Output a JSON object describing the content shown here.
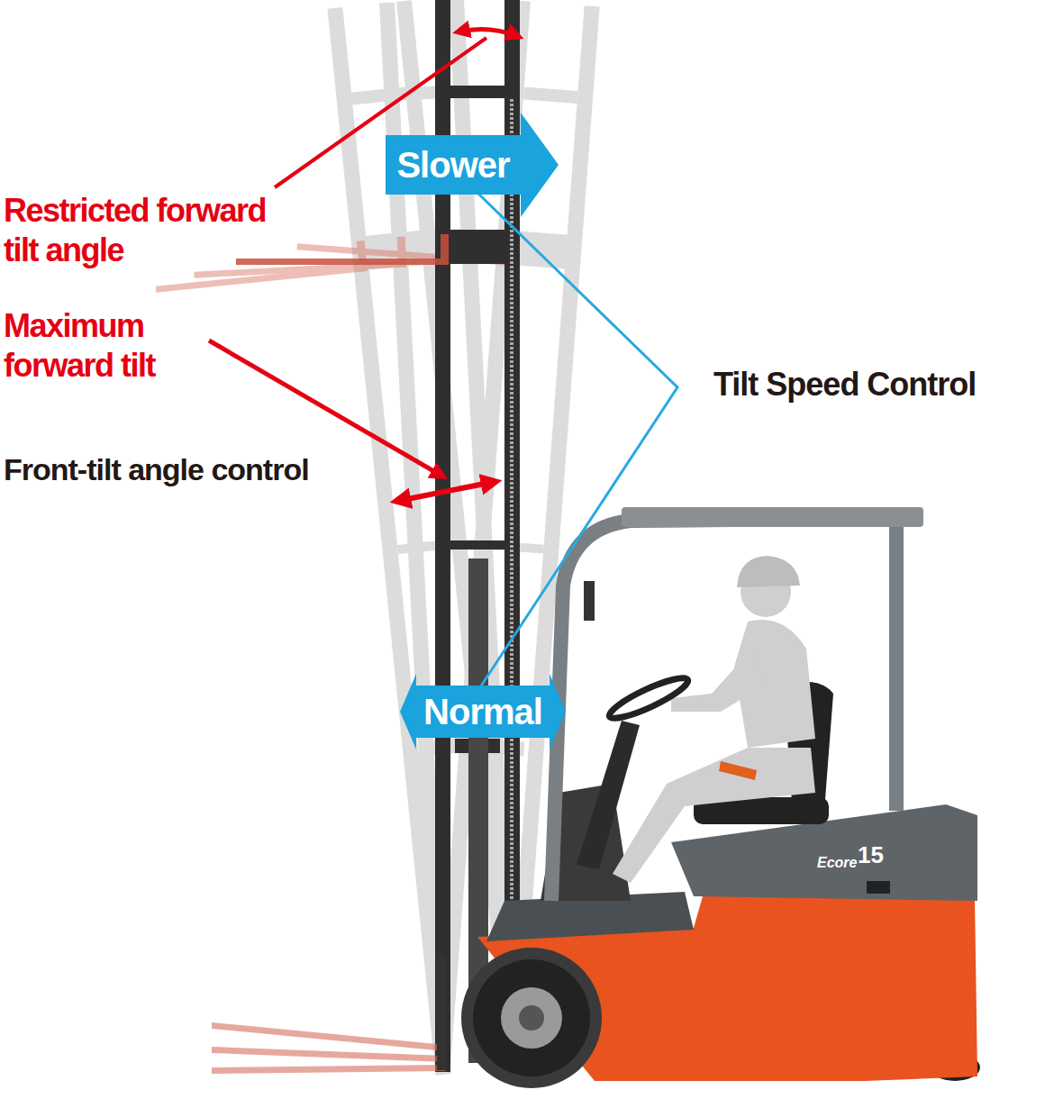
{
  "diagram": {
    "nodes": [
      {
        "text": [
          "Slower"
        ]
      },
      {
        "text": [
          "Normal"
        ]
      }
    ],
    "labels": [
      "Restricted forward tilt angle",
      "Maximum forward tilt",
      "Front-tilt angle control",
      "Tilt Speed Control",
      "Ecore",
      "15"
    ]
  }
}
